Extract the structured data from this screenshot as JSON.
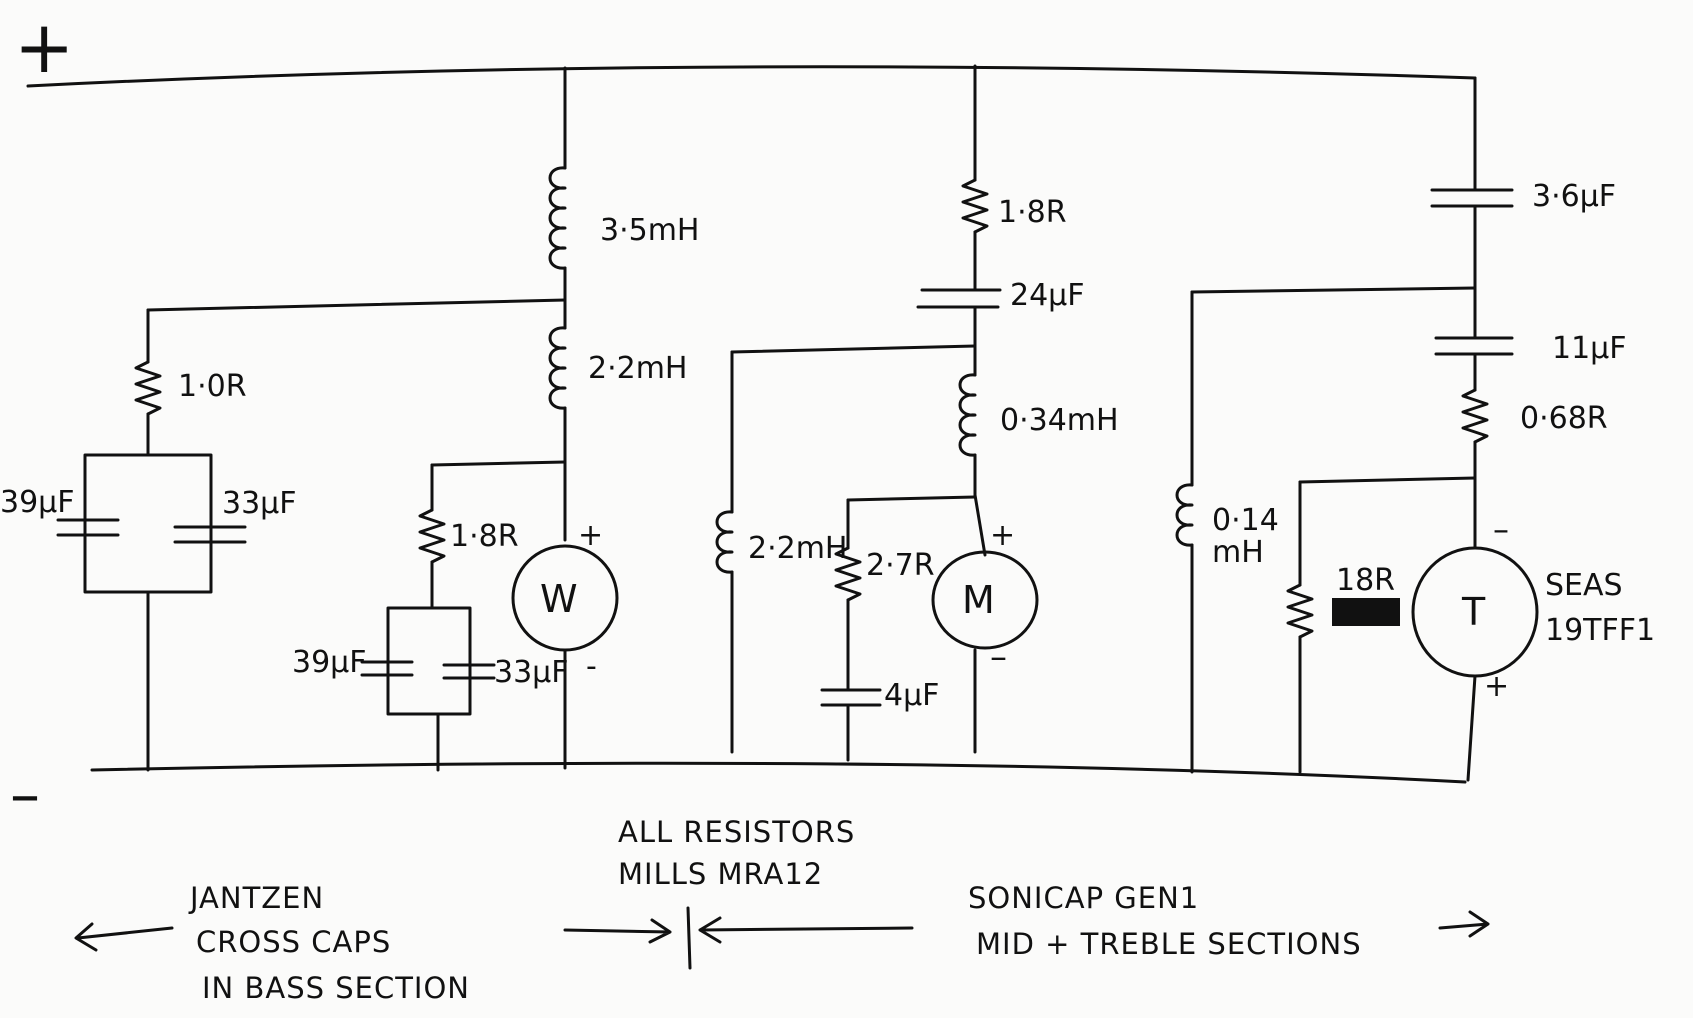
{
  "rails": {
    "positive": "+",
    "negative": "–"
  },
  "bass": {
    "l1": "3·5mH",
    "l2": "2·2mH",
    "r_zobel": "1·0R",
    "c_zobel_a": "39µF",
    "c_zobel_b": "33µF",
    "r_shunt": "1·8R",
    "c_shunt_a": "39µF",
    "c_shunt_b": "33µF",
    "driver": "W",
    "plus": "+",
    "minus": "-"
  },
  "mid": {
    "r_series": "1·8R",
    "c_series": "24µF",
    "l_series": "0·34mH",
    "l_shunt": "2·2mH",
    "r_zobel": "2·7R",
    "c_zobel": "4µF",
    "driver": "M",
    "plus": "+",
    "minus": "–"
  },
  "treble": {
    "c1": "3·6µF",
    "c2": "11µF",
    "r_series": "0·68R",
    "l_shunt_a": "0·14",
    "l_shunt_b": "mH",
    "r_shunt": "18R",
    "driver": "T",
    "minus": "–",
    "plus": "+",
    "model_a": "SEAS",
    "model_b": "19TFF1"
  },
  "notes": {
    "jantzen_1": "JANTZEN",
    "jantzen_2": "CROSS CAPS",
    "jantzen_3": "IN BASS SECTION",
    "resistors_1": "ALL RESISTORS",
    "resistors_2": "MILLS MRA12",
    "sonicap_1": "SONICAP GEN1",
    "sonicap_2": "MID + TREBLE SECTIONS"
  }
}
